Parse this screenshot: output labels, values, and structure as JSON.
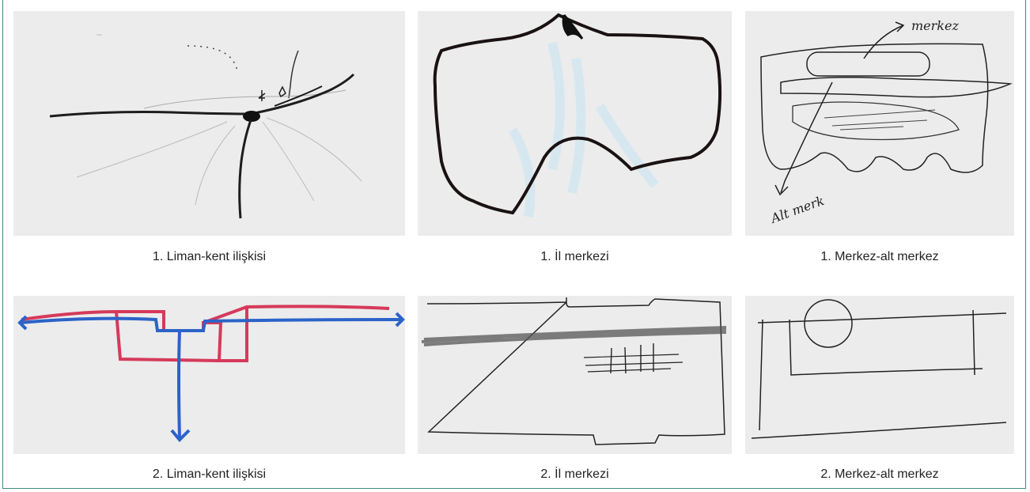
{
  "figure": {
    "captions": {
      "r1c1": "1. Liman-kent ilişkisi",
      "r1c2": "1. İl merkezi",
      "r1c3": "1. Merkez-alt merkez",
      "r2c1": "2. Liman-kent ilişkisi",
      "r2c2": "2. İl merkezi",
      "r2c3": "2. Merkez-alt merkez"
    },
    "sketch_annotations": {
      "merkez": "merkez",
      "alt_merk": "Alt merk"
    }
  }
}
